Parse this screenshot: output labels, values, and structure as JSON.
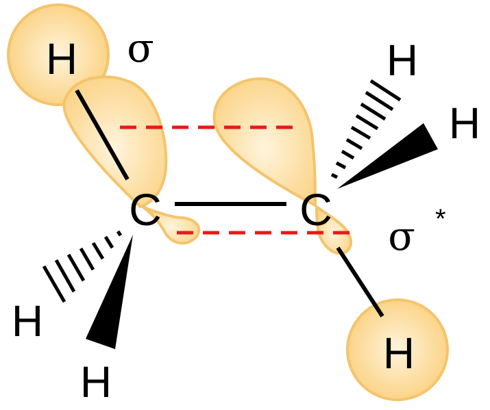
{
  "colors": {
    "orbital_fill_light": "#fff4dc",
    "orbital_fill_dark": "#fbd488",
    "orbital_stroke": "#f4c46c",
    "bond": "#000000",
    "interaction_dash": "#e8191b"
  },
  "atoms": {
    "hydrogen_top_left": "H",
    "hydrogen_top_right": "H",
    "hydrogen_right": "H",
    "hydrogen_bottom_left": "H",
    "hydrogen_bottom": "H",
    "hydrogen_bottom_right": "H",
    "carbon_left": "C",
    "carbon_right": "C"
  },
  "orbitals": {
    "sigma_label": "σ",
    "sigma_star_label": "σ",
    "sigma_star_marker": "*"
  }
}
